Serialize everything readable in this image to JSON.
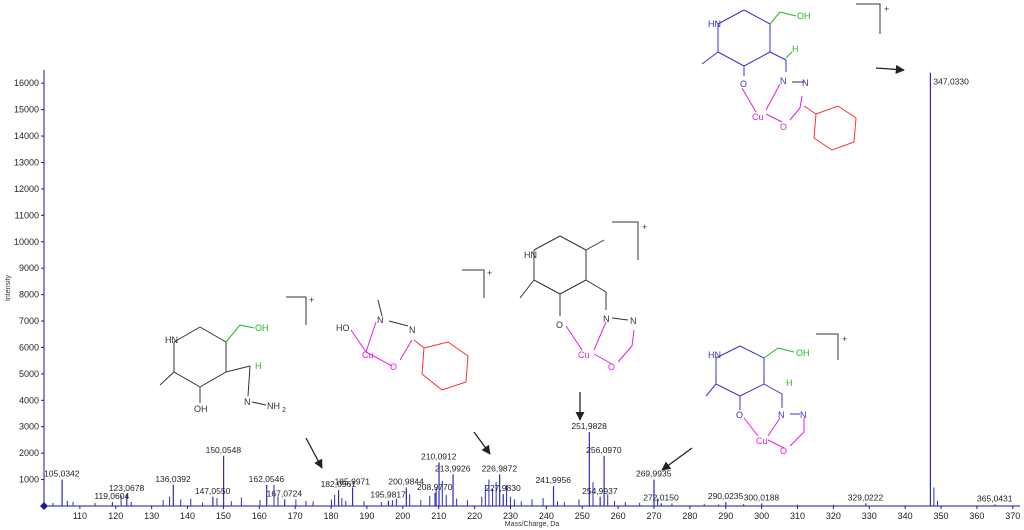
{
  "chart_data": {
    "type": "bar",
    "title": "",
    "xlabel": "Mass/Charge, Da",
    "ylabel": "Intensity",
    "xlim": [
      100,
      372
    ],
    "ylim": [
      0,
      16500
    ],
    "x_ticks": [
      110,
      120,
      130,
      140,
      150,
      160,
      170,
      180,
      190,
      200,
      210,
      220,
      230,
      240,
      250,
      260,
      270,
      280,
      290,
      300,
      310,
      320,
      330,
      340,
      350,
      360,
      370
    ],
    "y_ticks": [
      1000,
      2000,
      3000,
      4000,
      5000,
      6000,
      7000,
      8000,
      9000,
      10000,
      11000,
      12000,
      13000,
      14000,
      15000,
      16000
    ],
    "colors": {
      "bars": "#2b2bc8",
      "axis": "#1a1a90",
      "carbon": "#3333cc",
      "hydroxymethyl": "#22b822",
      "copper": "#e020e0",
      "phenyl": "#ff3030",
      "arrow": "#222222"
    },
    "labeled_peaks": [
      {
        "x": 105.0342,
        "y": 1000,
        "label": "105,0342"
      },
      {
        "x": 119.0604,
        "y": 150,
        "label": "119,0604"
      },
      {
        "x": 123.0678,
        "y": 450,
        "label": "123,0678"
      },
      {
        "x": 136.0392,
        "y": 800,
        "label": "136,0392"
      },
      {
        "x": 147.055,
        "y": 350,
        "label": "147,0550"
      },
      {
        "x": 150.0548,
        "y": 1900,
        "label": "150,0548"
      },
      {
        "x": 162.0546,
        "y": 800,
        "label": "162,0546"
      },
      {
        "x": 167.0724,
        "y": 250,
        "label": "167,0724"
      },
      {
        "x": 182.0961,
        "y": 600,
        "label": "182,0961"
      },
      {
        "x": 185.9971,
        "y": 700,
        "label": "185,9971"
      },
      {
        "x": 195.9817,
        "y": 200,
        "label": "195,9817"
      },
      {
        "x": 200.9844,
        "y": 700,
        "label": "200,9844"
      },
      {
        "x": 208.977,
        "y": 500,
        "label": "208,9770"
      },
      {
        "x": 210.0912,
        "y": 1650,
        "label": "210,0912"
      },
      {
        "x": 213.9926,
        "y": 1200,
        "label": "213,9926"
      },
      {
        "x": 226.9872,
        "y": 1200,
        "label": "226,9872"
      },
      {
        "x": 227.983,
        "y": 450,
        "label": "227,9830"
      },
      {
        "x": 241.9956,
        "y": 750,
        "label": "241,9956"
      },
      {
        "x": 251.9828,
        "y": 2800,
        "label": "251,9828"
      },
      {
        "x": 254.9937,
        "y": 350,
        "label": "254,9937"
      },
      {
        "x": 256.097,
        "y": 1900,
        "label": "256,0970"
      },
      {
        "x": 269.9935,
        "y": 1000,
        "label": "269,9935"
      },
      {
        "x": 272.015,
        "y": 100,
        "label": "272,0150"
      },
      {
        "x": 290.0235,
        "y": 150,
        "label": "290,0235"
      },
      {
        "x": 300.0188,
        "y": 100,
        "label": "300,0188"
      },
      {
        "x": 329.0222,
        "y": 100,
        "label": "329,0222"
      },
      {
        "x": 347.033,
        "y": 16400,
        "label": "347,0330"
      },
      {
        "x": 365.0431,
        "y": 60,
        "label": "365,0431"
      }
    ],
    "minor_peaks": [
      {
        "x": 102.5,
        "y": 120
      },
      {
        "x": 106.5,
        "y": 200
      },
      {
        "x": 108.1,
        "y": 160
      },
      {
        "x": 114.2,
        "y": 120
      },
      {
        "x": 121.5,
        "y": 400
      },
      {
        "x": 124.3,
        "y": 150
      },
      {
        "x": 133.2,
        "y": 220
      },
      {
        "x": 135.0,
        "y": 350
      },
      {
        "x": 138.1,
        "y": 250
      },
      {
        "x": 140.9,
        "y": 280
      },
      {
        "x": 144.2,
        "y": 130
      },
      {
        "x": 148.2,
        "y": 300
      },
      {
        "x": 152.2,
        "y": 180
      },
      {
        "x": 155.0,
        "y": 320
      },
      {
        "x": 160.2,
        "y": 220
      },
      {
        "x": 164.1,
        "y": 800
      },
      {
        "x": 165.2,
        "y": 350
      },
      {
        "x": 170.2,
        "y": 250
      },
      {
        "x": 173.0,
        "y": 200
      },
      {
        "x": 175.0,
        "y": 180
      },
      {
        "x": 180.1,
        "y": 250
      },
      {
        "x": 181.0,
        "y": 420
      },
      {
        "x": 183.0,
        "y": 300
      },
      {
        "x": 184.1,
        "y": 200
      },
      {
        "x": 189.2,
        "y": 180
      },
      {
        "x": 194.0,
        "y": 150
      },
      {
        "x": 197.1,
        "y": 220
      },
      {
        "x": 198.2,
        "y": 280
      },
      {
        "x": 201.9,
        "y": 450
      },
      {
        "x": 205.0,
        "y": 220
      },
      {
        "x": 207.5,
        "y": 380
      },
      {
        "x": 209.3,
        "y": 700
      },
      {
        "x": 211.0,
        "y": 950
      },
      {
        "x": 212.1,
        "y": 420
      },
      {
        "x": 215.0,
        "y": 280
      },
      {
        "x": 218.0,
        "y": 220
      },
      {
        "x": 222.0,
        "y": 350
      },
      {
        "x": 223.0,
        "y": 800
      },
      {
        "x": 224.0,
        "y": 1000
      },
      {
        "x": 225.0,
        "y": 650
      },
      {
        "x": 226.0,
        "y": 900
      },
      {
        "x": 228.9,
        "y": 800
      },
      {
        "x": 230.0,
        "y": 350
      },
      {
        "x": 231.1,
        "y": 250
      },
      {
        "x": 233.0,
        "y": 180
      },
      {
        "x": 236.0,
        "y": 250
      },
      {
        "x": 239.1,
        "y": 300
      },
      {
        "x": 243.1,
        "y": 180
      },
      {
        "x": 245.0,
        "y": 150
      },
      {
        "x": 249.1,
        "y": 250
      },
      {
        "x": 253.0,
        "y": 900
      },
      {
        "x": 257.1,
        "y": 450
      },
      {
        "x": 259.0,
        "y": 200
      },
      {
        "x": 262.0,
        "y": 150
      },
      {
        "x": 266.0,
        "y": 120
      },
      {
        "x": 271.0,
        "y": 300
      },
      {
        "x": 275.0,
        "y": 100
      },
      {
        "x": 284.0,
        "y": 80
      },
      {
        "x": 288.0,
        "y": 60
      },
      {
        "x": 295.0,
        "y": 80
      },
      {
        "x": 310.0,
        "y": 50
      },
      {
        "x": 320.0,
        "y": 50
      },
      {
        "x": 348.0,
        "y": 700
      },
      {
        "x": 349.0,
        "y": 200
      }
    ]
  },
  "structures": {
    "atoms": {
      "HN": "HN",
      "OH": "OH",
      "N": "N",
      "H": "H",
      "O": "O",
      "Cu": "Cu",
      "NH2": "NH",
      "sub2": "2",
      "plus": "+"
    }
  }
}
